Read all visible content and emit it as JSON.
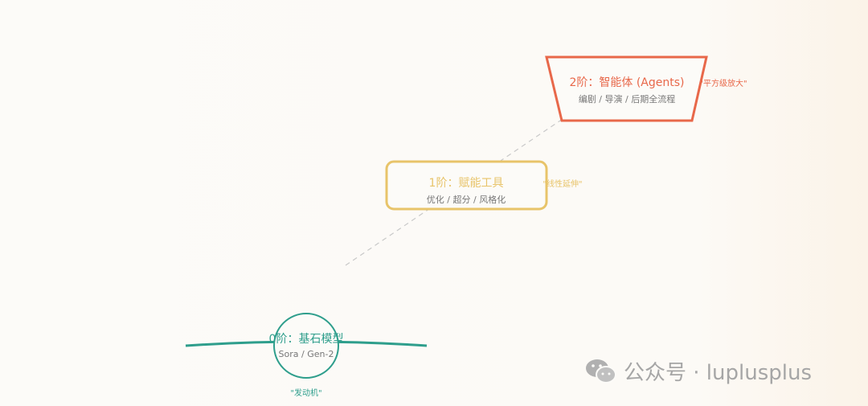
{
  "colors": {
    "level0": "#2e9e8c",
    "level1": "#e8c46a",
    "level2": "#e8684a",
    "connector": "#c8c8c8"
  },
  "levels": [
    {
      "title": "0阶：基石模型",
      "subtitle": "Sora / Gen-2",
      "note": "\"发动机\""
    },
    {
      "title": "1阶：赋能工具",
      "subtitle": "优化 / 超分 / 风格化",
      "note": "\"线性延伸\""
    },
    {
      "title": "2阶：智能体 (Agents)",
      "subtitle": "编剧 / 导演 / 后期全流程",
      "note": "\"平方级放大\""
    }
  ],
  "watermark": {
    "icon": "wechat-icon",
    "text": "公众号 · luplusplus"
  }
}
